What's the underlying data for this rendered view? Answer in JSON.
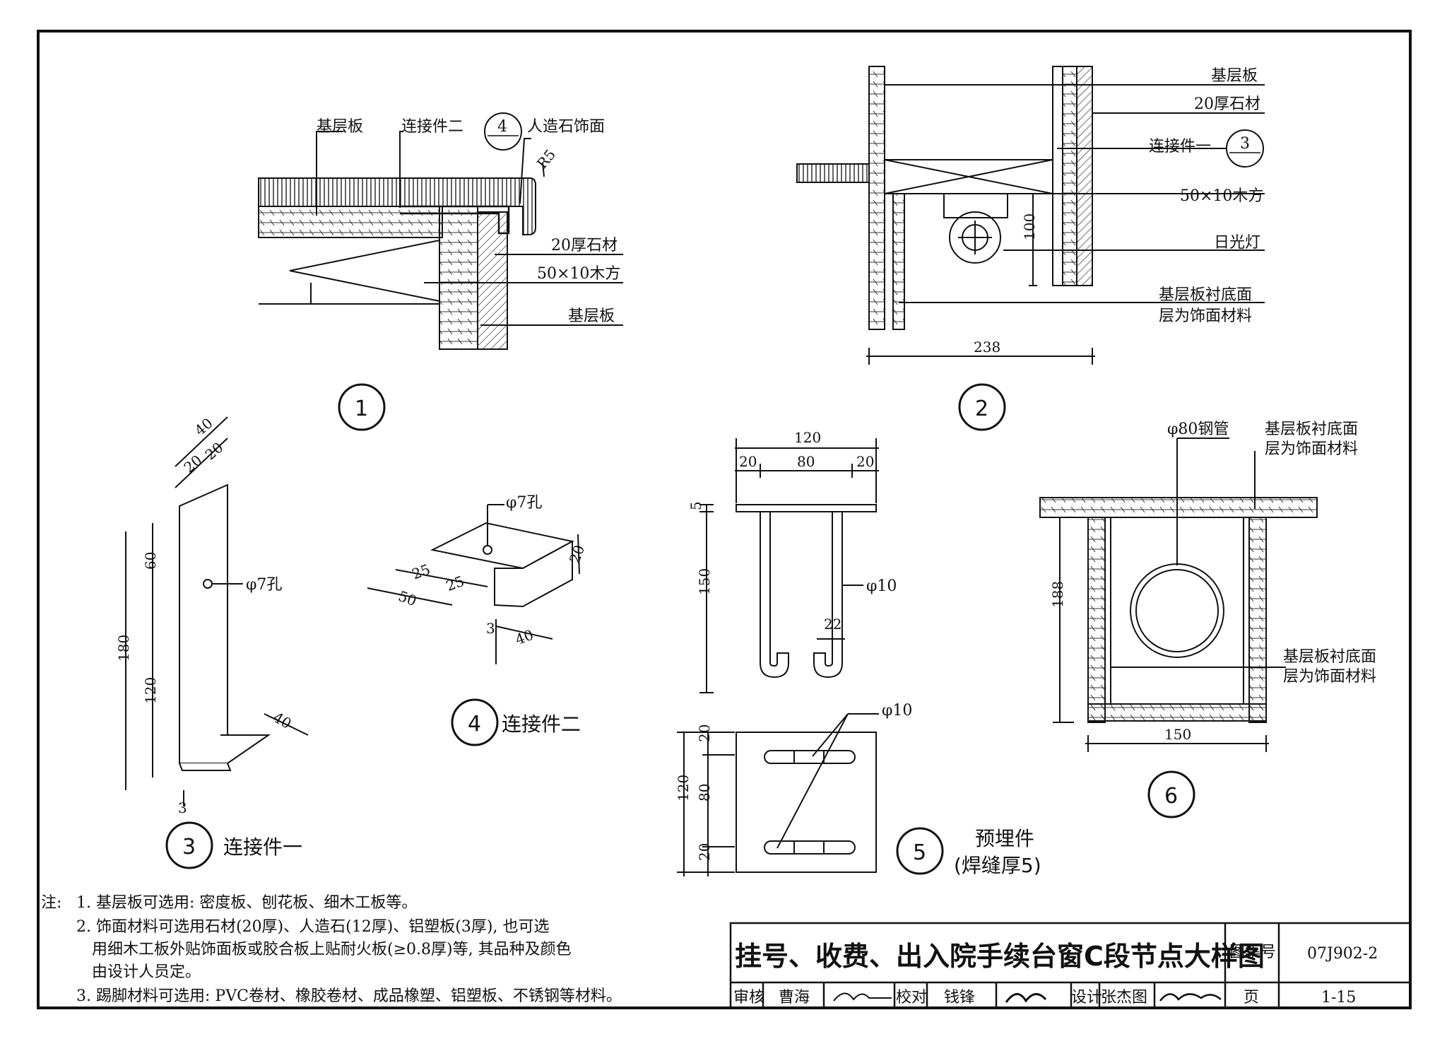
{
  "detail1": {
    "marker": "1",
    "labels": {
      "base_board_top": "基层板",
      "connector2": "连接件二",
      "ref_num": "4",
      "artificial_stone": "人造石饰面",
      "radius": "R5",
      "stone20": "20厚石材",
      "wood": "50×10木方",
      "base_board_bottom": "基层板"
    }
  },
  "detail2": {
    "marker": "2",
    "labels": {
      "base_board": "基层板",
      "stone20": "20厚石材",
      "connector1": "连接件一",
      "ref_num": "3",
      "wood": "50×10木方",
      "lamp": "日光灯",
      "lining_1": "基层板衬底面",
      "lining_2": "层为饰面材料",
      "dim100": "100",
      "dim238": "238"
    }
  },
  "detail3": {
    "marker": "3",
    "title": "连接件一",
    "dims": {
      "d40": "40",
      "d20a": "20",
      "d20b": "20",
      "d60": "60",
      "d180": "180",
      "d120": "120",
      "d40b": "40",
      "d3": "3"
    },
    "hole": "φ7孔"
  },
  "detail4": {
    "marker": "4",
    "title": "连接件二",
    "hole": "φ7孔",
    "dims": {
      "d25a": "25",
      "d25b": "25",
      "d50": "50",
      "d20": "20",
      "d3": "3",
      "d40": "40"
    }
  },
  "detail5": {
    "marker": "5",
    "title": "预埋件",
    "subtitle": "(焊缝厚5)",
    "dims": {
      "d120": "120",
      "d20a": "20",
      "d80": "80",
      "d20b": "20",
      "d5": "5",
      "d150": "150",
      "d22": "22",
      "v20a": "20",
      "v80": "80",
      "v20b": "20",
      "v120": "120"
    },
    "rod1": "φ10",
    "rod2": "φ10"
  },
  "detail6": {
    "marker": "6",
    "pipe": "φ80钢管",
    "lining_top_1": "基层板衬底面",
    "lining_top_2": "层为饰面材料",
    "lining_side_1": "基层板衬底面",
    "lining_side_2": "层为饰面材料",
    "dim188": "188",
    "dim150": "150"
  },
  "notes": {
    "prefix": "注:",
    "n1": "1. 基层板可选用: 密度板、刨花板、细木工板等。",
    "n2a": "2. 饰面材料可选用石材(20厚)、人造石(12厚)、铝塑板(3厚), 也可选",
    "n2b": "用细木工板外贴饰面板或胶合板上贴耐火板(≥0.8厚)等, 其品种及颜色",
    "n2c": "由设计人员定。",
    "n3": "3. 踢脚材料可选用: PVC卷材、橡胶卷材、成品橡塑、铝塑板、不锈钢等材料。"
  },
  "title_block": {
    "title": "挂号、收费、出入院手续台窗C段节点大样图",
    "atlas_label": "图集号",
    "atlas_no": "07J902-2",
    "review_label": "审核",
    "reviewer": "曹海",
    "check_label": "校对",
    "checker": "钱锋",
    "design_label": "设计",
    "designer": "张杰图",
    "page_label": "页",
    "page_no": "1-15"
  }
}
